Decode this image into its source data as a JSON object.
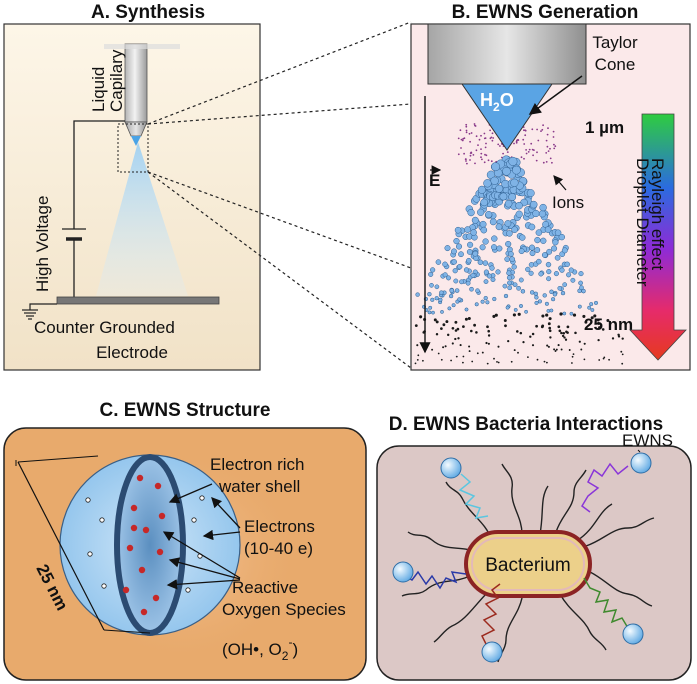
{
  "panel_a": {
    "title": "A. Synthesis",
    "capillary_line1": "Liquid",
    "capillary_line2": "Capilary",
    "voltage_label": "High Voltage",
    "electrode_line1": "Counter Grounded",
    "electrode_line2": "Electrode"
  },
  "panel_b": {
    "title": "B. EWNS Generation",
    "water_label": "H",
    "water_sub": "2",
    "water_o": "O",
    "cone_line1": "Taylor",
    "cone_line2": "Cone",
    "field_label": "E",
    "ions_label": "Ions",
    "size_top": "1 µm",
    "size_bottom": "25 nm",
    "diameter_label": "Droplet Diameter",
    "rayleigh_label": "Rayleigh effect"
  },
  "panel_c": {
    "title": "C. EWNS Structure",
    "shell_line1": "Electron rich",
    "shell_line2": "water shell",
    "electrons_line1": "Electrons",
    "electrons_line2": "(10-40 e)",
    "ros_line1": "Reactive",
    "ros_line2": "Oxygen Species",
    "ros_formula": "(OH•, O",
    "ros_sub": "2",
    "ros_sup": "-",
    "ros_close": ")",
    "size_label": "25 nm"
  },
  "panel_d": {
    "title": "D. EWNS Bacteria Interactions",
    "ewns_label": "EWNS",
    "bacterium_label": "Bacterium"
  },
  "colors": {
    "panel_a_bg": "#f8ecd6",
    "panel_b_bg": "#fbe9ea",
    "panel_c_bg": "#e8aa6c",
    "panel_d_bg": "#dcc8c6",
    "droplet": "#7fb3e6",
    "bacterium_fill": "#ecd08a",
    "bacterium_border": "#8b2324",
    "ros_dot": "#c62828"
  }
}
